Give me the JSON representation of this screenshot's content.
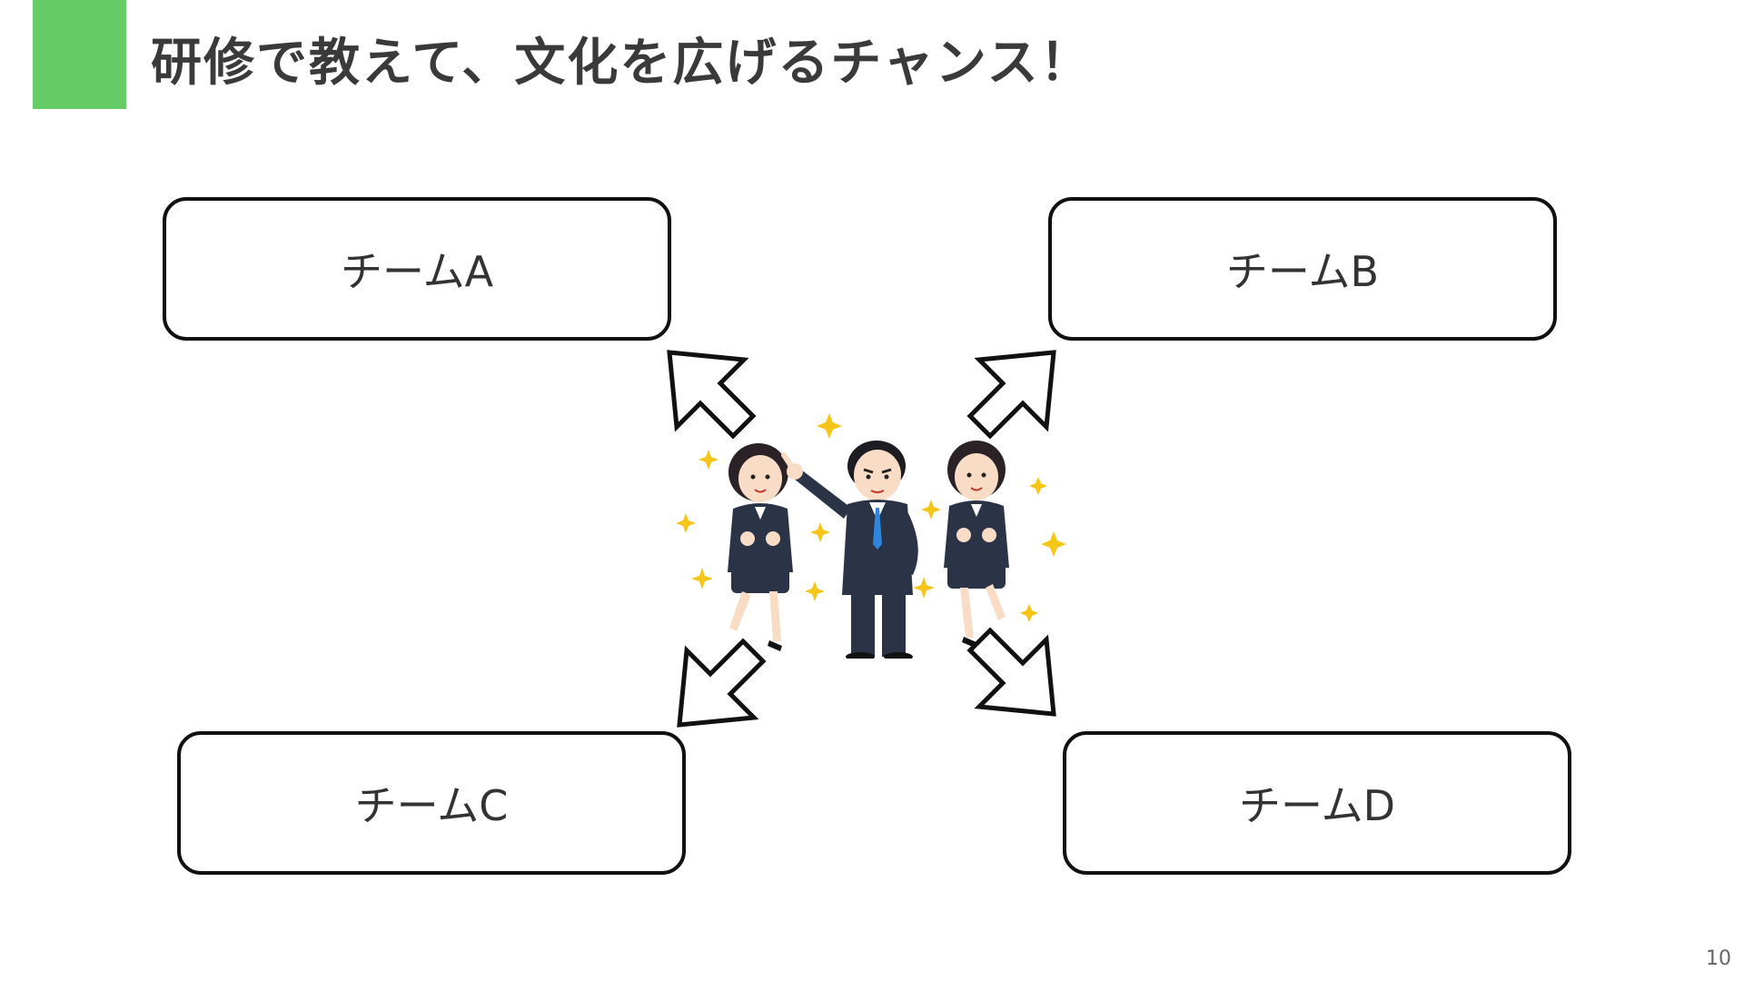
{
  "slide": {
    "title": "研修で教えて、文化を広げるチャンス！",
    "accent_color": "#66cc66",
    "page_number": "10"
  },
  "teams": [
    {
      "label": "チームA"
    },
    {
      "label": "チームB"
    },
    {
      "label": "チームC"
    },
    {
      "label": "チームD"
    }
  ],
  "illustration": {
    "icon": "business-people-celebrating-icon",
    "sparkle_color": "#f5c518",
    "suit_color": "#2b3447"
  },
  "arrows": {
    "icon": "outlined-arrow-icon",
    "directions": [
      "up-left",
      "up-right",
      "down-left",
      "down-right"
    ]
  }
}
